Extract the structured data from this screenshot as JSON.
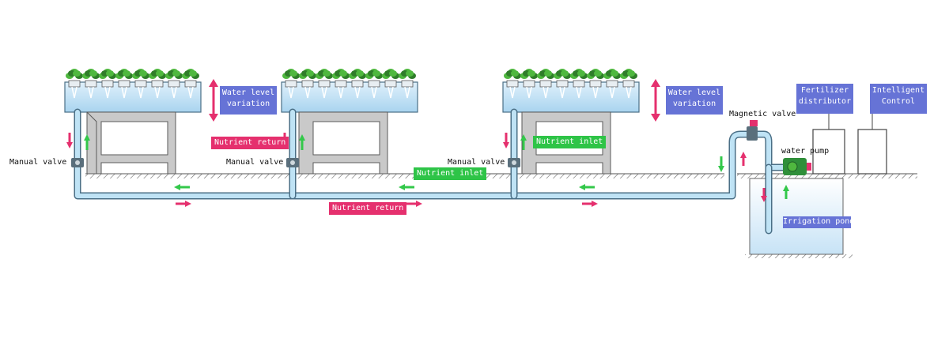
{
  "colors": {
    "pipe_fill": "#bfe3f5",
    "pipe_stroke": "#4a6f86",
    "frame_fill": "#c9c9c9",
    "frame_stroke": "#5a5a5a",
    "tray_water": "#a9d4ef",
    "plant": "#4fb83f",
    "plant_dark": "#2f7d2a",
    "pond_water": "#c7e3f6",
    "ground_hatch": "#666666",
    "label_blue": "#6673d6",
    "label_pink": "#e5306e",
    "label_green": "#2ec447",
    "arrow_red": "#e5306e",
    "arrow_green": "#33c84a",
    "pump_green": "#2f8f3a"
  },
  "labels": {
    "manual_valve_1": "Manual valve",
    "manual_valve_2": "Manual valve",
    "manual_valve_3": "Manual valve",
    "magnetic_valve": "Magnetic valve",
    "water_pump": "water pump",
    "water_level_left_1": "Water level",
    "water_level_left_2": "variation",
    "water_level_right_1": "Water level",
    "water_level_right_2": "variation",
    "nutrient_return_upper": "Nutrient return",
    "nutrient_inlet_upper": "Nutrient inlet",
    "nutrient_inlet_pipe": "Nutrient inlet",
    "nutrient_return_lower": "Nutrient return",
    "fertilizer_1": "Fertilizer",
    "fertilizer_2": "distributor",
    "intelligent_1": "Intelligent",
    "intelligent_2": "Control",
    "irrigation_pond": "Irrigation pond"
  },
  "icons": {
    "plants": "plant-icon",
    "valve": "valve-icon",
    "pump": "pump-icon",
    "arrow_return": "red-arrow-icon",
    "arrow_inlet": "green-arrow-icon"
  }
}
